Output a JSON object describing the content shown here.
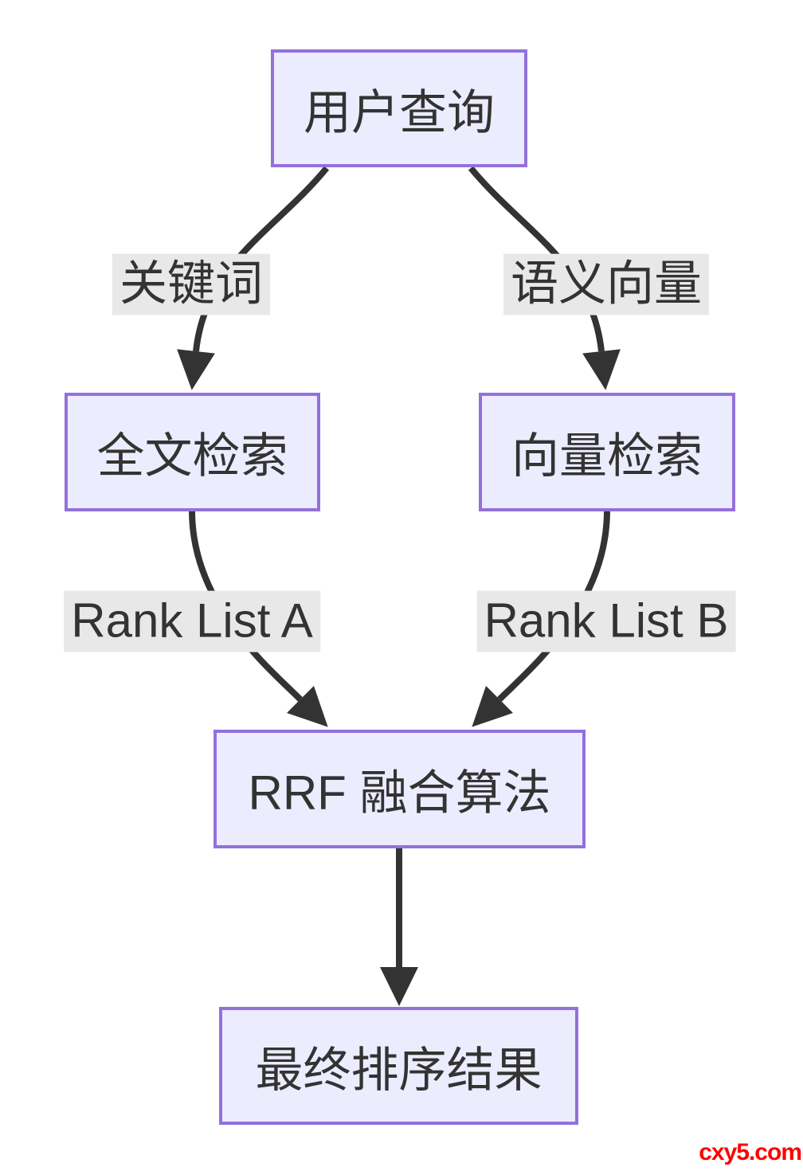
{
  "diagram": {
    "type": "flowchart",
    "nodes": [
      {
        "id": "user-query",
        "label": "用户查询"
      },
      {
        "id": "fulltext-search",
        "label": "全文检索"
      },
      {
        "id": "vector-search",
        "label": "向量检索"
      },
      {
        "id": "rrf-fusion",
        "label": "RRF 融合算法"
      },
      {
        "id": "final-result",
        "label": "最终排序结果"
      }
    ],
    "edge_labels": [
      {
        "id": "keyword",
        "label": "关键词"
      },
      {
        "id": "semantic-vector",
        "label": "语义向量"
      },
      {
        "id": "rank-list-a",
        "label": "Rank List A"
      },
      {
        "id": "rank-list-b",
        "label": "Rank List B"
      }
    ],
    "edges": [
      {
        "from": "user-query",
        "to": "fulltext-search",
        "label": "关键词"
      },
      {
        "from": "user-query",
        "to": "vector-search",
        "label": "语义向量"
      },
      {
        "from": "fulltext-search",
        "to": "rrf-fusion",
        "label": "Rank List A"
      },
      {
        "from": "vector-search",
        "to": "rrf-fusion",
        "label": "Rank List B"
      },
      {
        "from": "rrf-fusion",
        "to": "final-result",
        "label": ""
      }
    ],
    "watermark": "cxy5.com",
    "colors": {
      "node_fill": "#ECECFF",
      "node_border": "#9370DB",
      "edge_stroke": "#333333",
      "edge_label_bg": "#E8E8E8",
      "text": "#333333",
      "watermark": "#FF0000",
      "background": "#FFFFFF"
    }
  }
}
